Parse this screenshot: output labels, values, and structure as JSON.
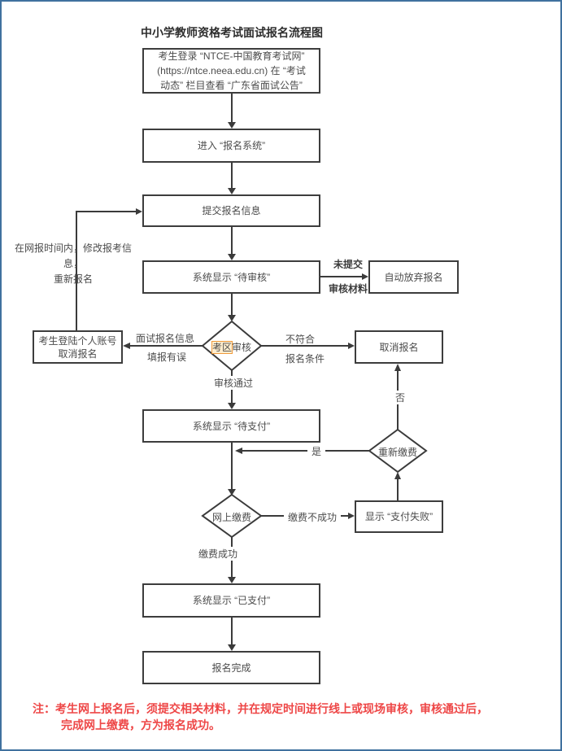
{
  "page": {
    "title": "中小学教师资格考试面试报名流程图"
  },
  "colors": {
    "page_border_blue": "#40719f",
    "line_gray": "#3b3b3b",
    "note_red": "#ee4747",
    "search_highlight_orange": "#ef9a3c"
  },
  "nodes": {
    "login": {
      "label": "考生登录 “NTCE-中国教育考试网”\n(https://ntce.neea.edu.cn) 在 “考试\n动态” 栏目查看 “广东省面试公告”"
    },
    "enter_system": {
      "label": "进入 “报名系统”"
    },
    "submit_info": {
      "label": "提交报名信息"
    },
    "pending_review": {
      "label": "系统显示 “待审核”"
    },
    "auto_abandon": {
      "label": "自动放弃报名"
    },
    "audit_decision": {
      "highlight": "考区",
      "rest": "审核"
    },
    "cancel_by_user": {
      "label": "考生登陆个人账号\n取消报名"
    },
    "cancel": {
      "label": "取消报名"
    },
    "pending_pay": {
      "label": "系统显示 “待支付”"
    },
    "repay_decision": {
      "label": "重新缴费"
    },
    "pay_decision": {
      "label": "网上缴费"
    },
    "pay_fail": {
      "label": "显示 “支付失败”"
    },
    "paid": {
      "label": "系统显示 “已支付”"
    },
    "done": {
      "label": "报名完成"
    }
  },
  "edge_labels": {
    "not_submitted": "未提交",
    "review_materials": "审核材料",
    "modify_info": "在网报时间内，修改报考信息，\n重新报名",
    "info_error_line1": "面试报名信息",
    "info_error_line2": "填报有误",
    "not_qualified_line1": "不符合",
    "not_qualified_line2": "报名条件",
    "review_passed": "审核通过",
    "no": "否",
    "yes": "是",
    "pay_not_success": "缴费不成功",
    "pay_success": "缴费成功"
  },
  "note": {
    "line1": "注：考生网上报名后，须提交相关材料，并在规定时间进行线上或现场审核，审核通过后，",
    "line2": "完成网上缴费，方为报名成功。"
  }
}
